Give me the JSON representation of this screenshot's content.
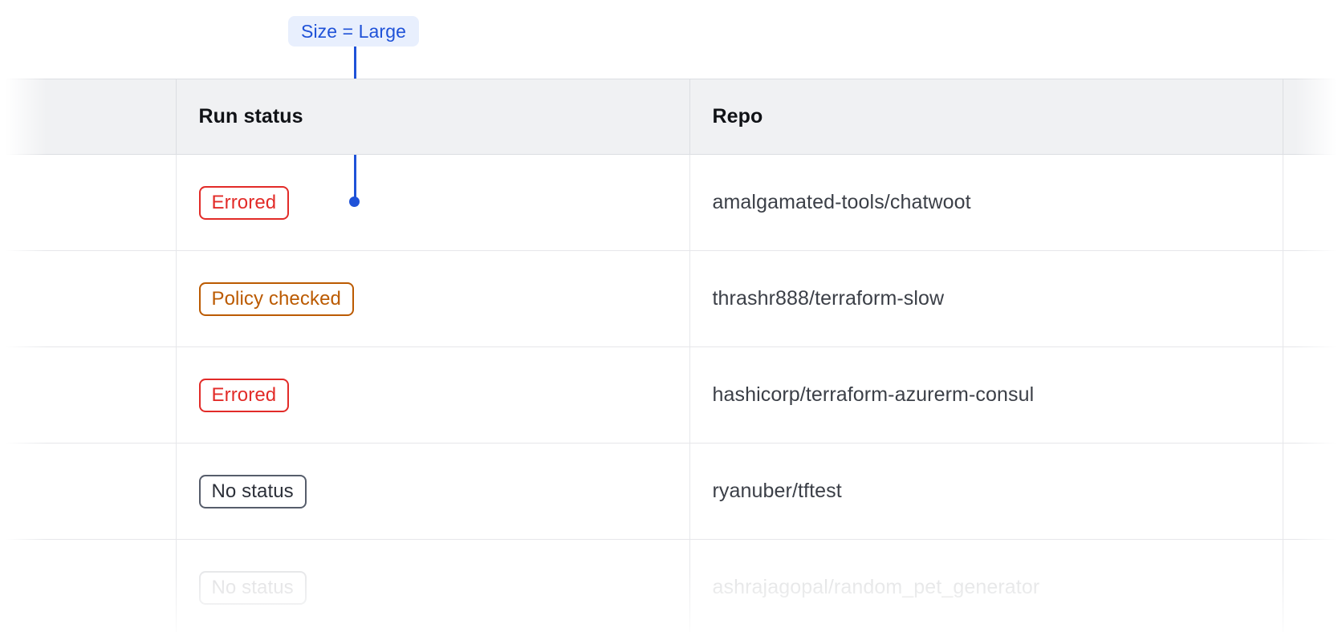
{
  "annotation": {
    "label": "Size = Large",
    "accent_color": "#1f52d8",
    "background_color": "#e8effd"
  },
  "table": {
    "columns": [
      {
        "key": "leading",
        "label": ""
      },
      {
        "key": "run_status",
        "label": "Run status"
      },
      {
        "key": "repo",
        "label": "Repo"
      },
      {
        "key": "trailing",
        "label": ""
      }
    ],
    "rows": [
      {
        "status": "Errored",
        "status_variant": "errored",
        "status_color": "#e22b28",
        "repo": "amalgamated-tools/chatwoot"
      },
      {
        "status": "Policy checked",
        "status_variant": "policy-checked",
        "status_color": "#bb5a00",
        "repo": "thrashr888/terraform-slow"
      },
      {
        "status": "Errored",
        "status_variant": "errored",
        "status_color": "#e22b28",
        "repo": "hashicorp/terraform-azurerm-consul"
      },
      {
        "status": "No status",
        "status_variant": "no-status",
        "status_color": "#2b2f38",
        "repo": "ryanuber/tftest"
      },
      {
        "status": "No status",
        "status_variant": "no-status",
        "status_color": "#2b2f38",
        "repo": "ashrajagopal/random_pet_generator"
      }
    ],
    "header_background": "#f0f1f3",
    "border_color": "#dcdee2"
  }
}
